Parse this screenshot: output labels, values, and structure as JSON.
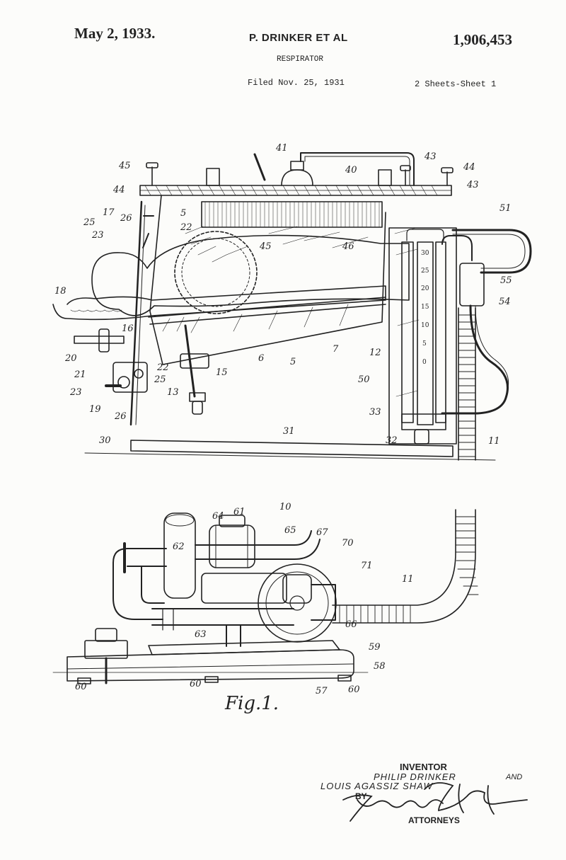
{
  "header": {
    "date": "May 2, 1933.",
    "inventors": "P. DRINKER ET AL",
    "patent_number": "1,906,453",
    "title": "RESPIRATOR",
    "filed": "Filed Nov. 25, 1931",
    "sheets": "2 Sheets-Sheet 1"
  },
  "figure": {
    "caption": "Fig.1.",
    "labels": [
      "45",
      "44",
      "41",
      "40",
      "43",
      "44",
      "43",
      "51",
      "17",
      "26",
      "25",
      "5",
      "22",
      "23",
      "45",
      "46",
      "55",
      "54",
      "18",
      "16",
      "6",
      "5",
      "7",
      "12",
      "20",
      "21",
      "22",
      "25",
      "15",
      "13",
      "50",
      "23",
      "19",
      "26",
      "33",
      "30",
      "31",
      "32",
      "11",
      "10",
      "64",
      "61",
      "65",
      "67",
      "70",
      "71",
      "62",
      "11",
      "63",
      "66",
      "59",
      "58",
      "60",
      "60",
      "57",
      "60"
    ],
    "scale_labels": [
      "30",
      "25",
      "20",
      "15",
      "10",
      "5",
      "0"
    ]
  },
  "inventor_block": {
    "heading": "INVENTOR",
    "line1": "PHILIP DRINKER",
    "and": "AND",
    "line2": "LOUIS AGASSIZ SHAW",
    "by": "BY",
    "signature_text": "Hammond & Littell",
    "attorneys": "ATTORNEYS"
  }
}
